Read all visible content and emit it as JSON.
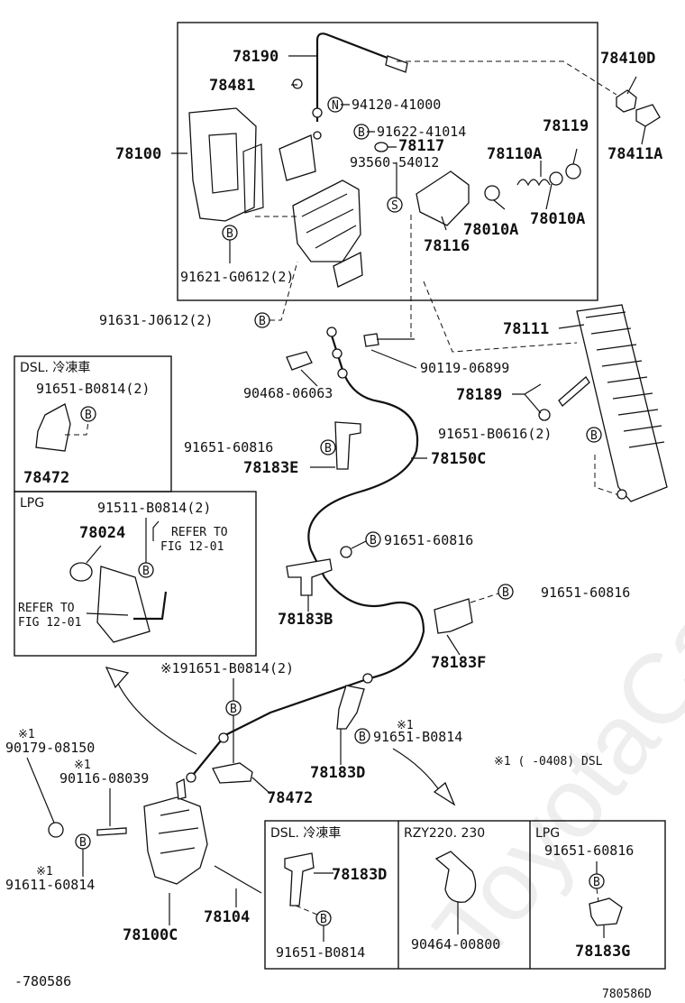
{
  "watermark": "ToyotaCarMine.ru",
  "diagram_id": "780586D",
  "diagram_ref": "-780586",
  "footnote": "※1 (     -0408) DSL",
  "bolt_marker": "B",
  "nut_marker": "N",
  "screw_marker": "S",
  "labels": {
    "p78190": "78190",
    "p78481": "78481",
    "p78100": "78100",
    "p94120": "94120-41000",
    "p91622": "91622-41014",
    "p78117": "78117",
    "p93560": "93560-54012",
    "p78410D": "78410D",
    "p78119": "78119",
    "p78411A": "78411A",
    "p78110A": "78110A",
    "p78010A_1": "78010A",
    "p78010A_2": "78010A",
    "p78116": "78116",
    "p91621": "91621-G0612(2)",
    "p91631": "91631-J0612(2)",
    "p78111": "78111",
    "p90119": "90119-06899",
    "p90468": "90468-06063",
    "p78189": "78189",
    "p91651_b0616": "91651-B0616(2)",
    "p91651_60816_a": "91651-60816",
    "p78183E": "78183E",
    "p78150C": "78150C",
    "p91651_60816_b": "91651-60816",
    "p78183B": "78183B",
    "p91651_60816_c": "91651-60816",
    "p78183F": "78183F",
    "p91651_b0814_2": "※191651-B0814(2)",
    "p91651_b0814_1": "91651-B0814",
    "p91651_b0814_mark": "※1",
    "p78183D_main": "78183D",
    "p78472_main": "78472",
    "p90179": "90179-08150",
    "p90179_mark": "※1",
    "p90116": "90116-08039",
    "p90116_mark": "※1",
    "p91611": "91611-60814",
    "p91611_mark": "※1",
    "p78104": "78104",
    "p78100C": "78100C"
  },
  "box_dsl_top": {
    "title": "DSL. 冷凍車",
    "bolt": "91651-B0814(2)",
    "part": "78472"
  },
  "box_lpg": {
    "title": "LPG",
    "bolt": "91511-B0814(2)",
    "part": "78024",
    "refer1_line1": "REFER TO",
    "refer1_line2": "FIG 12-01",
    "refer2_line1": "REFER TO",
    "refer2_line2": "FIG 12-01"
  },
  "bottom_boxes": {
    "dsl_title": "DSL. 冷凍車",
    "dsl_part": "78183D",
    "dsl_bolt": "91651-B0814",
    "rzy_title": "RZY220. 230",
    "rzy_part": "90464-00800",
    "lpg_title": "LPG",
    "lpg_bolt": "91651-60816",
    "lpg_part": "78183G"
  }
}
